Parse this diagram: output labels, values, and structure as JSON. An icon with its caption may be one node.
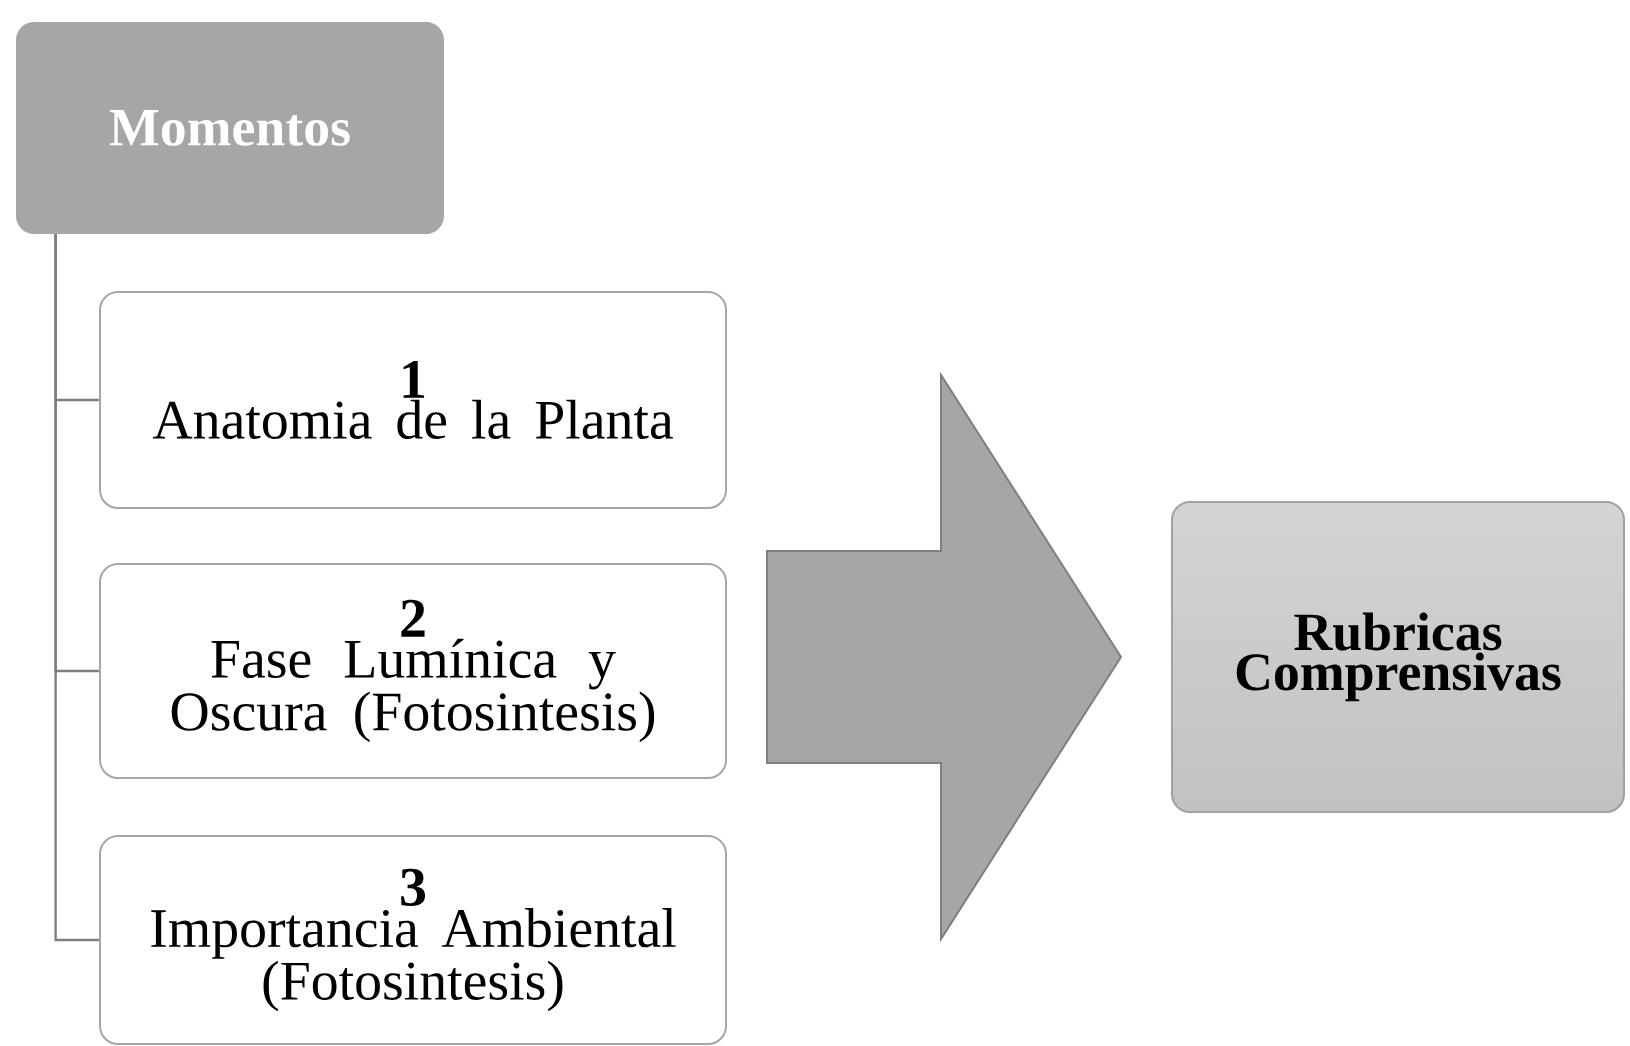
{
  "diagram": {
    "nodes": [
      {
        "text": [
          "Momentos"
        ]
      },
      {
        "text": [
          "1",
          "Anatomia de la Planta"
        ]
      },
      {
        "text": [
          "2",
          "Fase Lumínica y Oscura (Fotosintesis)"
        ]
      },
      {
        "text": [
          "3",
          "Importancia Ambiental (Fotosintesis)"
        ]
      },
      {
        "text": [
          "Rubricas Comprensivas"
        ]
      }
    ],
    "edges": [
      {
        "from": 0,
        "to": 1,
        "arrow": "none"
      },
      {
        "from": 0,
        "to": 2,
        "arrow": "none"
      },
      {
        "from": 0,
        "to": 3,
        "arrow": "none"
      },
      {
        "from": 2,
        "to": 4,
        "arrow": "to",
        "style": "thick"
      }
    ]
  }
}
